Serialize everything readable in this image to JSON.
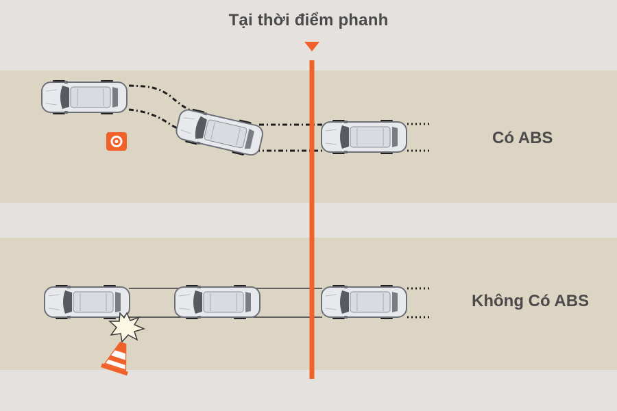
{
  "title": "Tại thời điểm phanh",
  "lanes": {
    "abs": {
      "label": "Có ABS"
    },
    "no_abs": {
      "label": "Không Có ABS"
    }
  },
  "colors": {
    "background": "#e4e1df",
    "road": "#dcd5c3",
    "brake_line": "#f0622a",
    "text": "#4a4a4a",
    "car_body": "#e7e9ec",
    "car_outline": "#6d7078",
    "tire": "#1f1f1f"
  },
  "icons": {
    "abs_target": "target-icon",
    "collision": "collision-burst-icon",
    "traffic_cone": "traffic-cone-icon",
    "brake_marker": "triangle-down-icon"
  }
}
